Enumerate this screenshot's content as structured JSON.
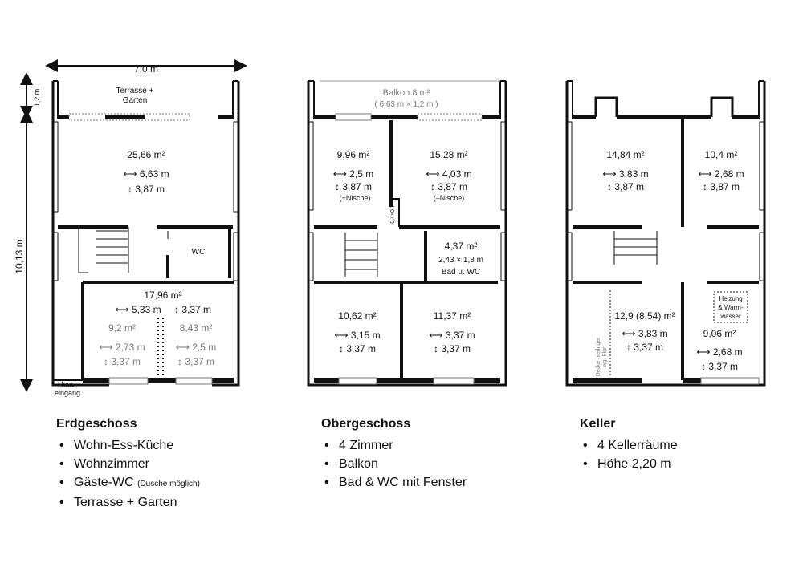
{
  "dimensions": {
    "width": "7,0 m",
    "depth": "10,13 m",
    "terrace_depth": "1,2 m"
  },
  "erdgeschoss": {
    "terrace_label": "Terrasse +",
    "terrace_label2": "Garten",
    "room_main": {
      "area": "25,66 m²",
      "w": "⟷ 6,63 m",
      "h": "↕ 3,87 m"
    },
    "wc": "WC",
    "entrance": {
      "area": "17,96 m²",
      "w": "⟷ 5,33 m",
      "h": "↕ 3,37 m"
    },
    "room_left": {
      "area": "9,2 m²",
      "w": "⟷ 2,73 m",
      "h": "↕ 3,37 m"
    },
    "room_right": {
      "area": "8,43 m²",
      "w": "⟷ 2,5 m",
      "h": "↕ 3,37 m"
    },
    "haus": "Haus-",
    "eingang": "eingang"
  },
  "obergeschoss": {
    "balkon": "Balkon 8 m²",
    "balkon_dims": "( 6,63 m × 1,2 m )",
    "room_tl": {
      "area": "9,96 m²",
      "w": "⟷ 2,5 m",
      "h": "↕ 3,87 m",
      "note": "(+Nische)"
    },
    "room_tr": {
      "area": "15,28 m²",
      "w": "⟷ 4,03 m",
      "h": "↕ 3,87 m",
      "note": "(–Nische)"
    },
    "niche": "0,4×0,7",
    "bad": {
      "area": "4,37 m²",
      "dims": "2,43 × 1,8 m",
      "label": "Bad u. WC"
    },
    "room_bl": {
      "area": "10,62 m²",
      "w": "⟷ 3,15 m",
      "h": "↕ 3,37 m"
    },
    "room_br": {
      "area": "11,37 m²",
      "w": "⟷ 3,37 m",
      "h": "↕ 3,37 m"
    }
  },
  "keller": {
    "room_tl": {
      "area": "14,84 m²",
      "w": "⟷ 3,83 m",
      "h": "↕ 3,87 m"
    },
    "room_tr": {
      "area": "10,4 m²",
      "w": "⟷ 2,68 m",
      "h": "↕ 3,87 m"
    },
    "room_bl": {
      "area": "12,9 (8,54) m²",
      "w": "⟷ 3,83 m",
      "h": "↕ 3,37 m"
    },
    "ceiling_note1": "Decke niedriger",
    "ceiling_note2": "wg. Flur",
    "heizung1": "Heizung",
    "heizung2": "& Warm-",
    "heizung3": "wasser",
    "room_br": {
      "area": "9,06 m²",
      "w": "⟷ 2,68 m",
      "h": "↕ 3,37 m"
    }
  },
  "legend": {
    "eg": {
      "title": "Erdgeschoss",
      "items": [
        "Wohn-Ess-Küche",
        "Wohnzimmer",
        "Gäste-WC",
        "Terrasse + Garten"
      ],
      "wc_note": "(Dusche möglich)"
    },
    "og": {
      "title": "Obergeschoss",
      "items": [
        "4 Zimmer",
        "Balkon",
        "Bad & WC mit Fenster"
      ]
    },
    "kg": {
      "title": "Keller",
      "items": [
        "4 Kellerräume",
        "Höhe 2,20 m"
      ]
    }
  }
}
